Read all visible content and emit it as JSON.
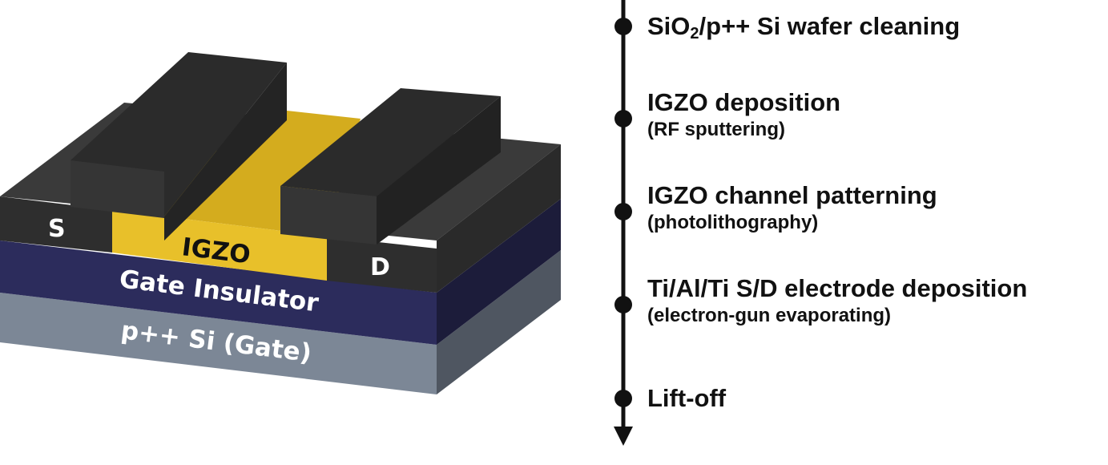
{
  "device": {
    "layers": {
      "substrate": "p++ Si (Gate)",
      "insulator": "Gate Insulator",
      "channel": "IGZO",
      "source": "S",
      "drain": "D"
    },
    "colors": {
      "electrode_top": "#333333",
      "electrode_side": "#2a2a2a",
      "igzo": "#e8c02a",
      "insulator": "#2c2c5c",
      "substrate": "#7c8796"
    }
  },
  "process": {
    "steps": [
      {
        "title_pre": "SiO",
        "title_sub": "2",
        "title_post": "/p++ Si wafer cleaning",
        "detail": ""
      },
      {
        "title_pre": "IGZO deposition",
        "title_sub": "",
        "title_post": "",
        "detail": "(RF sputtering)"
      },
      {
        "title_pre": "IGZO channel patterning",
        "title_sub": "",
        "title_post": "",
        "detail": "(photolithography)"
      },
      {
        "title_pre": "Ti/Al/Ti S/D electrode deposition",
        "title_sub": "",
        "title_post": "",
        "detail": "(electron-gun evaporating)"
      },
      {
        "title_pre": "Lift-off",
        "title_sub": "",
        "title_post": "",
        "detail": ""
      }
    ]
  }
}
